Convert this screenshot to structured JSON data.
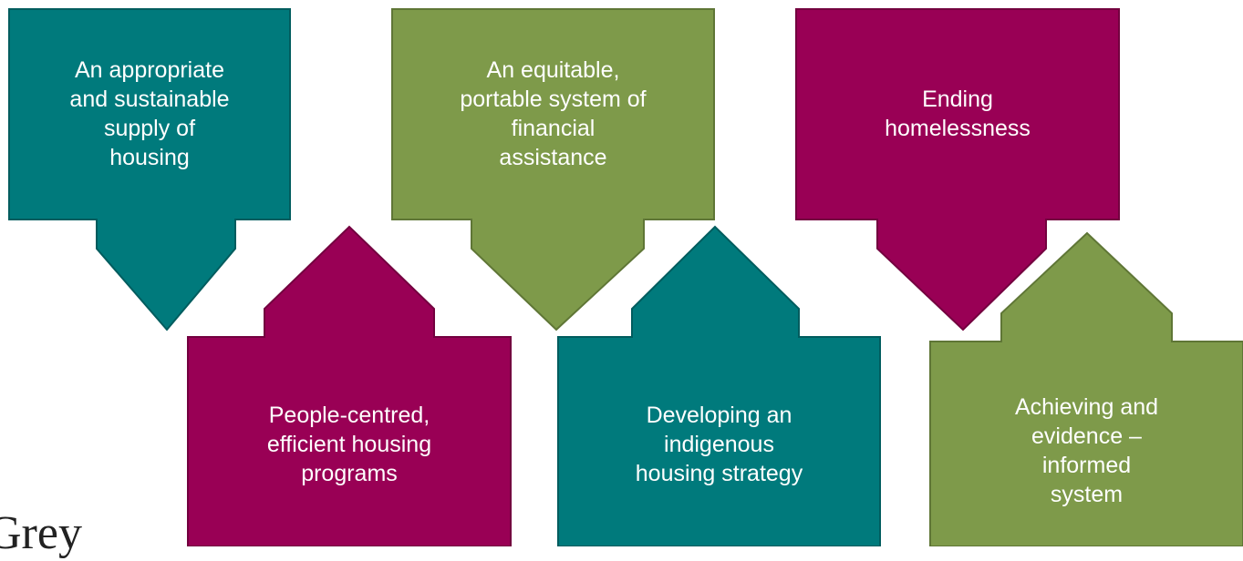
{
  "colors": {
    "teal": "#007A7C",
    "olive": "#7E9A4A",
    "plum": "#990055",
    "teal_stroke": "#005C5E",
    "olive_stroke": "#5F7636",
    "plum_stroke": "#73003F"
  },
  "arrows": [
    {
      "id": "supply",
      "direction": "down",
      "color": "teal",
      "lines": [
        "An appropriate",
        "and sustainable",
        "supply of",
        "housing"
      ]
    },
    {
      "id": "programs",
      "direction": "up",
      "color": "plum",
      "lines": [
        "People-centred,",
        "efficient housing",
        "programs"
      ]
    },
    {
      "id": "financial",
      "direction": "down",
      "color": "olive",
      "lines": [
        "An equitable,",
        "portable system of",
        "financial",
        "assistance"
      ]
    },
    {
      "id": "indigenous",
      "direction": "up",
      "color": "teal",
      "lines": [
        "Developing an",
        "indigenous",
        "housing strategy"
      ]
    },
    {
      "id": "homelessness",
      "direction": "down",
      "color": "plum",
      "lines": [
        "Ending",
        "homelessness"
      ]
    },
    {
      "id": "evidence",
      "direction": "up",
      "color": "olive",
      "lines": [
        "Achieving and",
        "evidence –",
        "informed",
        "system"
      ]
    }
  ],
  "logo_text": "Grey"
}
